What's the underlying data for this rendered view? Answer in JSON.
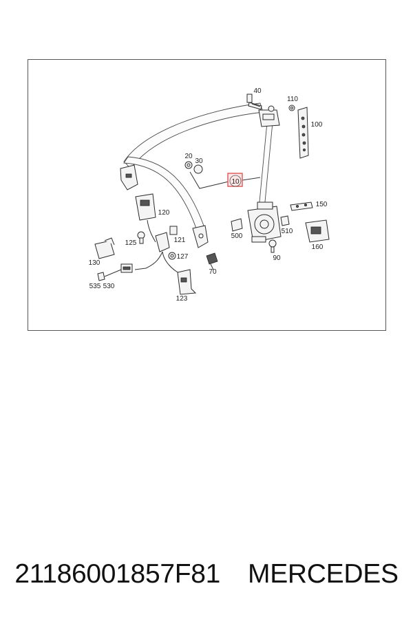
{
  "diagram": {
    "highlight_color": "#e05555",
    "callouts": [
      {
        "id": "label-10",
        "text": "10",
        "highlighted": true
      },
      {
        "id": "label-20",
        "text": "20"
      },
      {
        "id": "label-30",
        "text": "30"
      },
      {
        "id": "label-40",
        "text": "40"
      },
      {
        "id": "label-70",
        "text": "70"
      },
      {
        "id": "label-90",
        "text": "90"
      },
      {
        "id": "label-100",
        "text": "100"
      },
      {
        "id": "label-110",
        "text": "110"
      },
      {
        "id": "label-120",
        "text": "120"
      },
      {
        "id": "label-121",
        "text": "121"
      },
      {
        "id": "label-123",
        "text": "123"
      },
      {
        "id": "label-125",
        "text": "125"
      },
      {
        "id": "label-127",
        "text": "127"
      },
      {
        "id": "label-130",
        "text": "130"
      },
      {
        "id": "label-150",
        "text": "150"
      },
      {
        "id": "label-160",
        "text": "160"
      },
      {
        "id": "label-500",
        "text": "500"
      },
      {
        "id": "label-510",
        "text": "510"
      },
      {
        "id": "label-530",
        "text": "530"
      },
      {
        "id": "label-535",
        "text": "535"
      }
    ]
  },
  "caption": {
    "part_number": "21186001857F81",
    "brand": "MERCEDES"
  }
}
